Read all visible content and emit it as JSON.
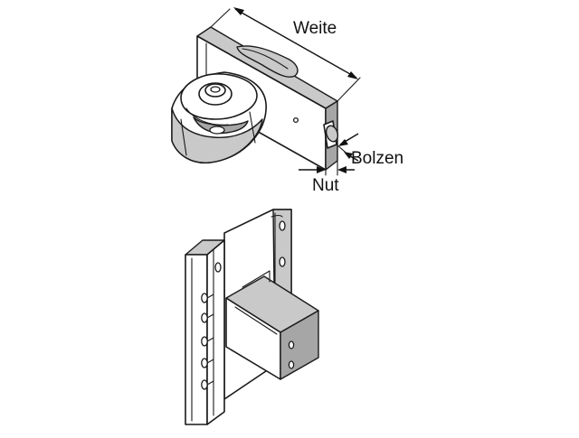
{
  "labels": {
    "weite": "Weite",
    "bolzen": "Bolzen",
    "nut": "Nut"
  }
}
